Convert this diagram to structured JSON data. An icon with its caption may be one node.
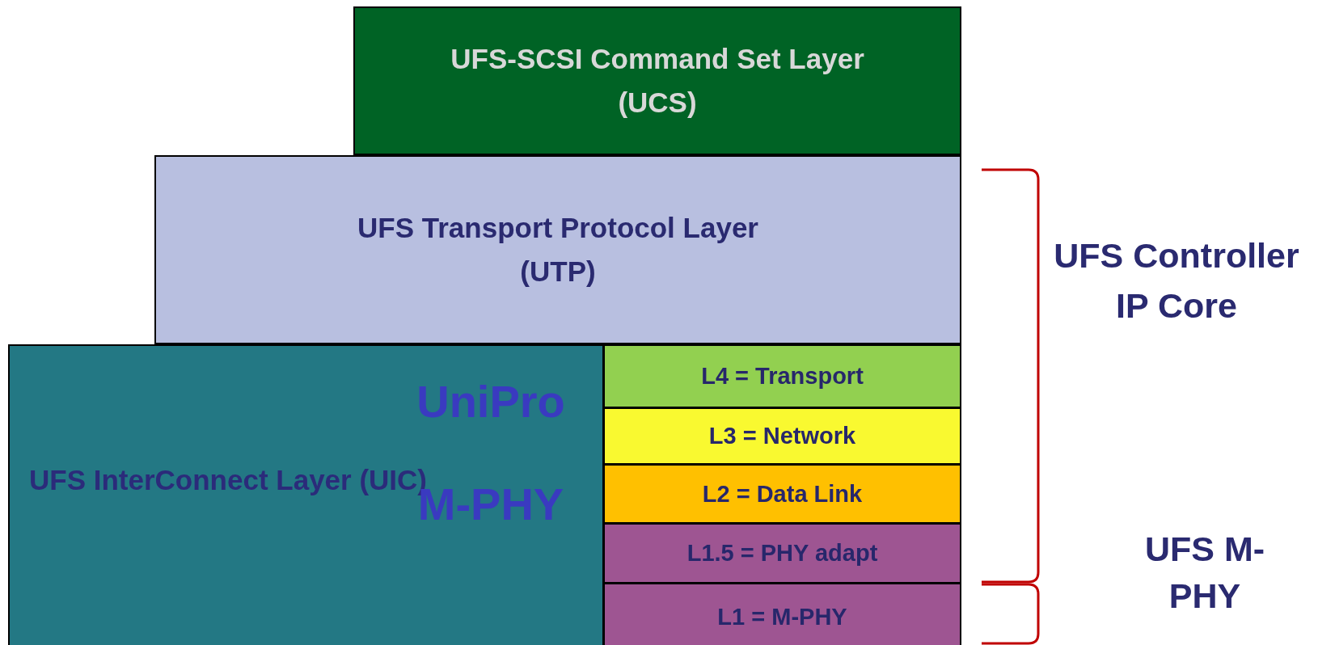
{
  "diagram": {
    "nodes": [
      {
        "text": [
          "UFS-SCSI Command Set Layer (UCS)"
        ]
      },
      {
        "text": [
          "UFS Transport Protocol Layer (UTP)"
        ]
      },
      {
        "text": [
          "UniPro",
          "UFS InterConnect Layer (UIC)",
          "M-PHY"
        ]
      },
      {
        "text": [
          "L4 = Transport"
        ]
      },
      {
        "text": [
          "L3 = Network"
        ]
      },
      {
        "text": [
          "L2 = Data Link"
        ]
      },
      {
        "text": [
          "L1.5 = PHY adapt"
        ]
      },
      {
        "text": [
          "L1 = M-PHY"
        ]
      }
    ],
    "labels": [
      "UFS Controller IP Core",
      "UFS M-PHY"
    ]
  }
}
